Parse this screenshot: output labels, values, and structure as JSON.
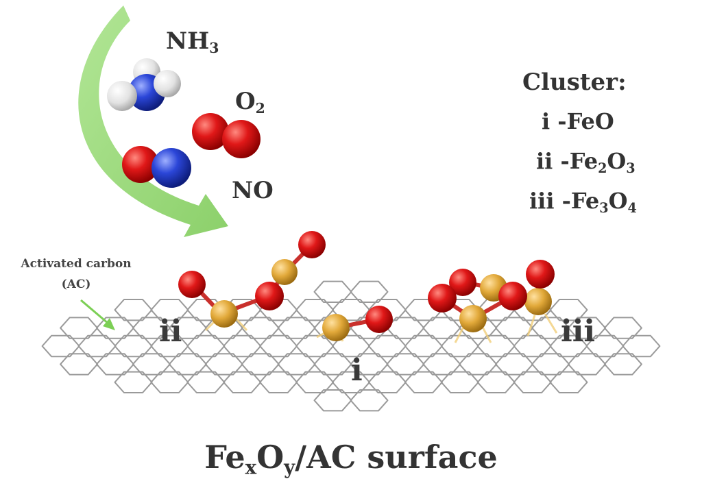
{
  "molecules": {
    "nh3": "NH3",
    "o2": "O2",
    "no": "NO"
  },
  "cluster": {
    "title": "Cluster:",
    "items": [
      {
        "roman": "i",
        "formula": "FeO"
      },
      {
        "roman": "ii",
        "formula": "Fe2O3"
      },
      {
        "roman": "iii",
        "formula": "Fe3O4"
      }
    ]
  },
  "surface_labels": {
    "ii": "ii",
    "i": "i",
    "iii": "iii"
  },
  "ac_label": {
    "line1": "Activated carbon",
    "line2": "(AC)"
  },
  "caption": "FexOy/AC surface",
  "colors": {
    "arrow": "#8ed36a",
    "oxygen": "#e01818",
    "nitrogen": "#2b46d8",
    "hydrogen": "#ececec",
    "iron": "#e2a93a",
    "graphene": "#9a9a9a",
    "ac_arrow": "#7ccf55"
  }
}
